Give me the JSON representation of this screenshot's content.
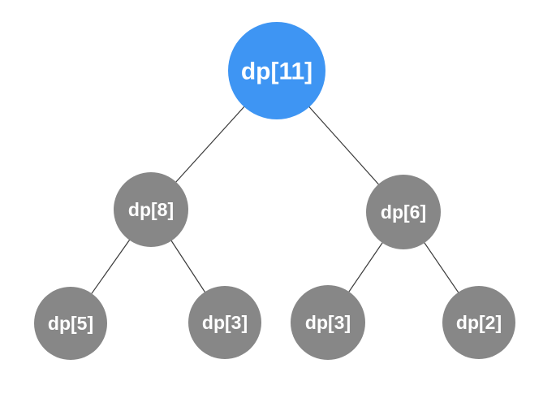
{
  "diagram": {
    "type": "tree",
    "nodes": [
      {
        "id": "dp11",
        "label": "dp[11]",
        "role": "root"
      },
      {
        "id": "dp8",
        "label": "dp[8]",
        "role": "child"
      },
      {
        "id": "dp6",
        "label": "dp[6]",
        "role": "child"
      },
      {
        "id": "dp5",
        "label": "dp[5]",
        "role": "leaf"
      },
      {
        "id": "dp3a",
        "label": "dp[3]",
        "role": "leaf"
      },
      {
        "id": "dp3b",
        "label": "dp[3]",
        "role": "leaf"
      },
      {
        "id": "dp2",
        "label": "dp[2]",
        "role": "leaf"
      }
    ],
    "edges": [
      [
        "dp11",
        "dp8"
      ],
      [
        "dp11",
        "dp6"
      ],
      [
        "dp8",
        "dp5"
      ],
      [
        "dp8",
        "dp3a"
      ],
      [
        "dp6",
        "dp3b"
      ],
      [
        "dp6",
        "dp2"
      ]
    ],
    "colors": {
      "root_fill": "#3E95F3",
      "node_fill": "#878787",
      "edge_stroke": "#3A3A3A",
      "label_color": "#FFFFFF",
      "background": "#FFFFFF"
    }
  }
}
